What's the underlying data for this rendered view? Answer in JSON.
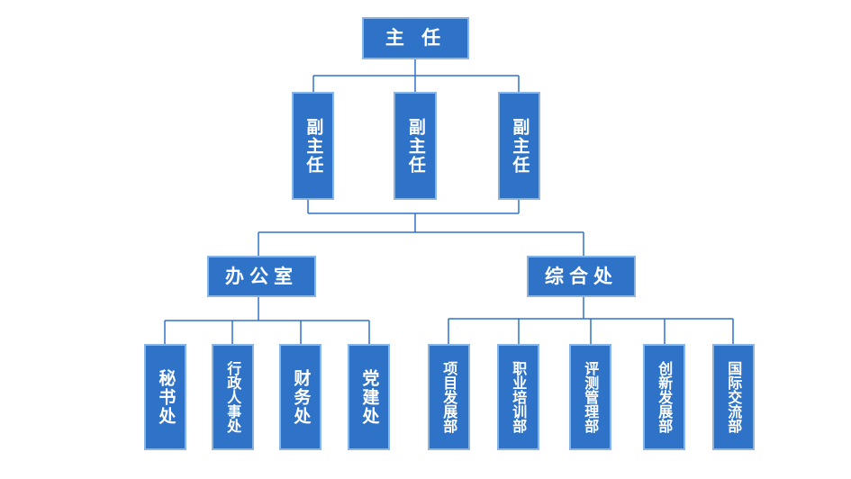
{
  "colors": {
    "node_fill": "#2f73c9",
    "node_border": "#8ab4e3",
    "line": "#2f73c9",
    "text": "#ffffff"
  },
  "director": "主 任",
  "deputies": [
    "副主任",
    "副主任",
    "副主任"
  ],
  "offices": {
    "office": {
      "name": "办公室",
      "units": [
        "秘书处",
        "行政人事处",
        "财务处",
        "党建处"
      ]
    },
    "general": {
      "name": "综合处",
      "units": [
        "项目发展部",
        "职业培训部",
        "评测管理部",
        "创新发展部",
        "国际交流部"
      ]
    }
  }
}
